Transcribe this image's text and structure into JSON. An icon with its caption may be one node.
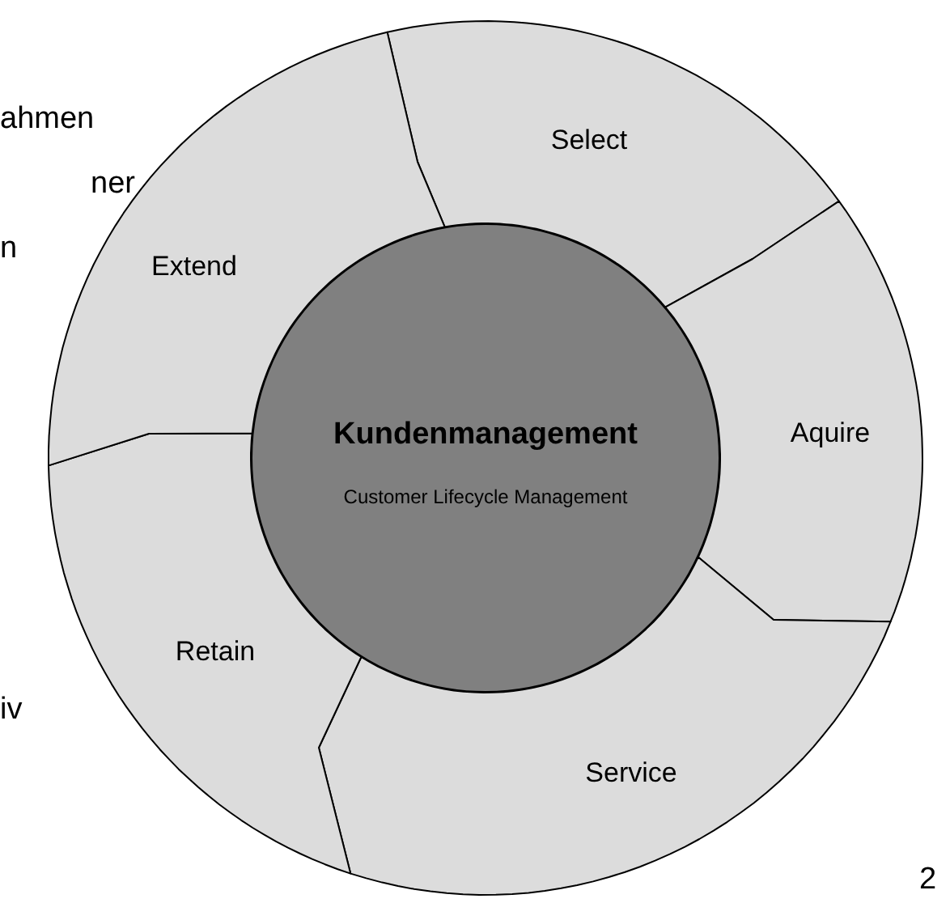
{
  "diagram": {
    "nodes": [
      {
        "text": [],
        "shape": "circle"
      },
      {
        "text": [
          "Select"
        ],
        "in": 0
      },
      {
        "text": [
          "Aquire"
        ],
        "in": 0
      },
      {
        "text": [
          "Service"
        ],
        "in": 0
      },
      {
        "text": [
          "Retain"
        ],
        "in": 0
      },
      {
        "text": [
          "Extend"
        ],
        "in": 0
      },
      {
        "text": [
          "Kundenmanagement",
          "Customer Lifecycle Management"
        ],
        "in": 0
      }
    ],
    "edges": [],
    "labels": [
      "ahmen",
      "ner",
      "n",
      "iv",
      "2"
    ]
  }
}
